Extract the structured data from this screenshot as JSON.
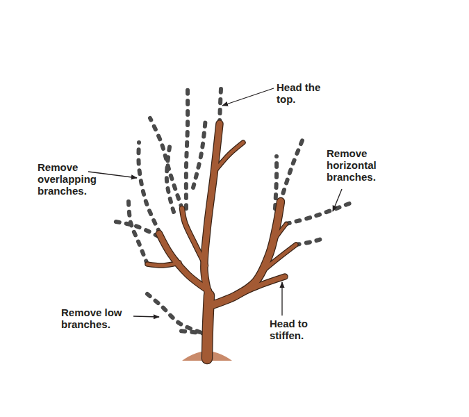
{
  "diagram": {
    "labels": [
      "Head the top.",
      "Remove overlapping branches.",
      "Remove horizontal branches.",
      "Remove low branches.",
      "Head to stiffen."
    ]
  }
}
